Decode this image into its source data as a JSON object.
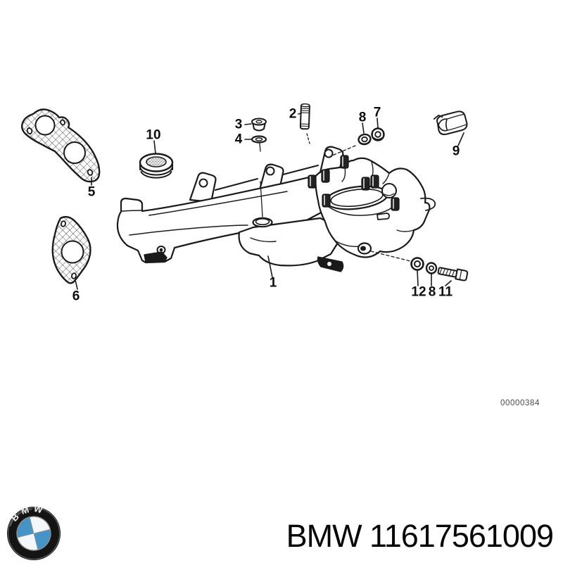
{
  "diagram": {
    "drawing_number": "00000384",
    "callouts": {
      "c1": "1",
      "c2": "2",
      "c3": "3",
      "c4": "4",
      "c5": "5",
      "c6": "6",
      "c7": "7",
      "c8_top": "8",
      "c8_bottom": "8",
      "c9": "9",
      "c10": "10",
      "c11": "11",
      "c12": "12"
    }
  },
  "footer": {
    "logo_letters": "BMW",
    "title": "BMW 11617561009"
  },
  "colors": {
    "background": "#ffffff",
    "line": "#1a1a1a",
    "callout_text": "#0c0c0c",
    "drawing_number_text": "#4a4a4a",
    "footer_text": "#060606",
    "bmw_blue": "#4693c6",
    "logo_ring": "#141414"
  }
}
